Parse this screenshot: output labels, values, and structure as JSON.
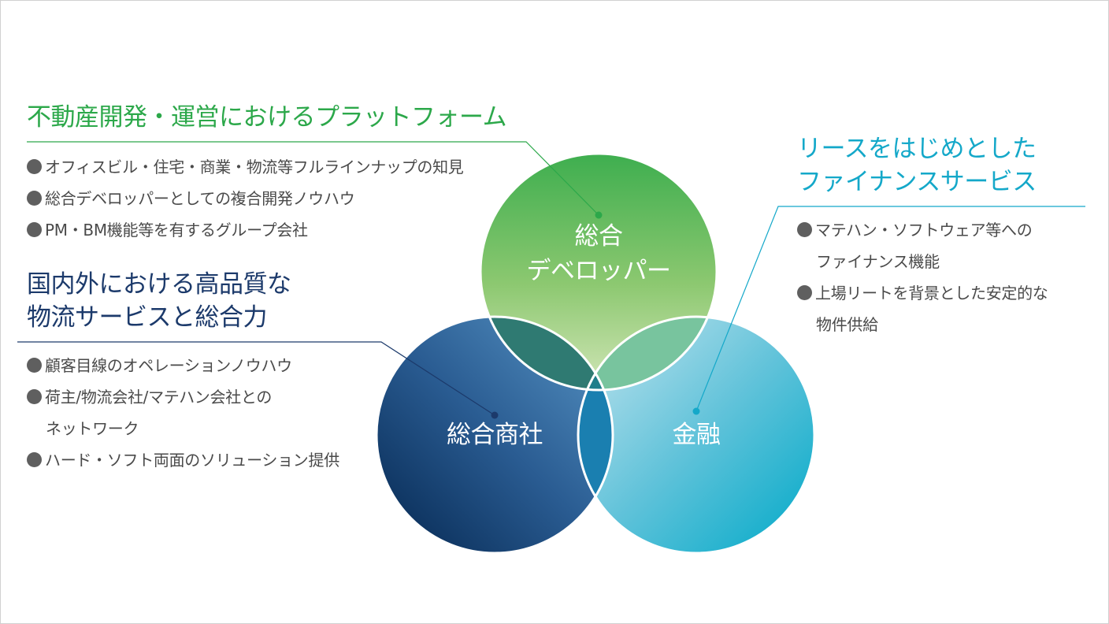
{
  "colors": {
    "developer_green": "#2ca84a",
    "trading_navy": "#1c3a6b",
    "finance_cyan": "#14a8c9",
    "bullet_gray": "#5f5f5f",
    "text_gray": "#4a4a4a"
  },
  "circles": {
    "developer": {
      "line1": "総合",
      "line2": "デベロッパー"
    },
    "trading": {
      "label": "総合商社"
    },
    "finance": {
      "label": "金融"
    }
  },
  "developer_block": {
    "heading": "不動産開発・運営におけるプラットフォーム",
    "bullets": [
      "オフィスビル・住宅・商業・物流等フルラインナップの知見",
      "総合デベロッパーとしての複合開発ノウハウ",
      "PM・BM機能等を有するグループ会社"
    ]
  },
  "trading_block": {
    "heading_line1": "国内外における高品質な",
    "heading_line2": "物流サービスと総合力",
    "bullets": [
      {
        "text": "顧客目線のオペレーションノウハウ"
      },
      {
        "text": "荷主/物流会社/マテハン会社との",
        "cont": "ネットワーク"
      },
      {
        "text": "ハード・ソフト両面のソリューション提供"
      }
    ]
  },
  "finance_block": {
    "heading_line1": "リースをはじめとした",
    "heading_line2": "ファイナンスサービス",
    "bullets": [
      {
        "text": "マテハン・ソフトウェア等への",
        "cont": "ファイナンス機能"
      },
      {
        "text": "上場リートを背景とした安定的な",
        "cont": "物件供給"
      }
    ]
  }
}
